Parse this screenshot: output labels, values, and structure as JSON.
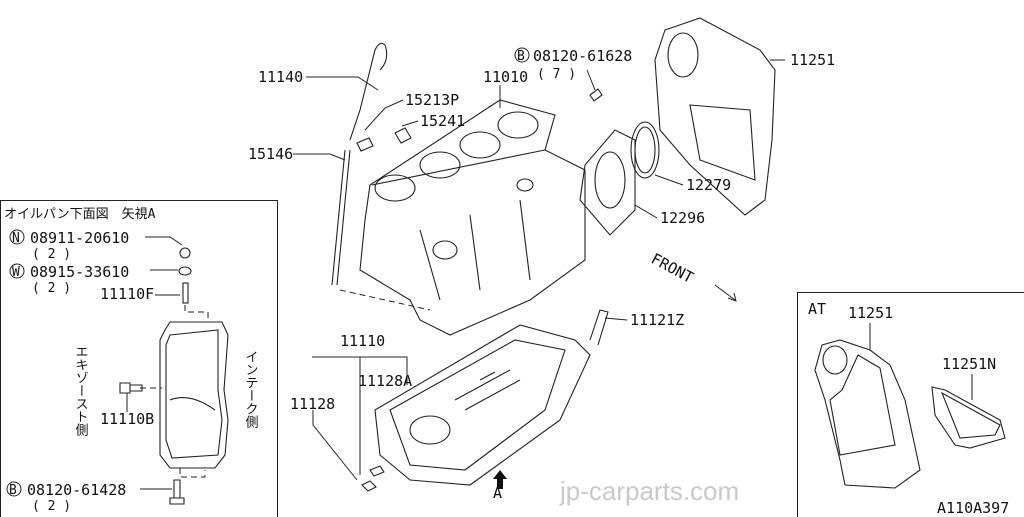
{
  "title_jp": "オイルパン下面図　矢視A",
  "watermark": "jp-carparts.com",
  "diagram_code": "A110A397",
  "front_label": "FRONT",
  "view_arrow_label": "A",
  "main_parts": {
    "p11140": "11140",
    "p15213P": "15213P",
    "p15241": "15241",
    "p11010": "11010",
    "p15146": "15146",
    "bolt_top": {
      "marker": "B",
      "number": "08120-61628",
      "qty": "( 7 )"
    },
    "p11251": "11251",
    "p12279": "12279",
    "p12296": "12296",
    "p11121Z": "11121Z",
    "p11110": "11110",
    "p11128A": "11128A",
    "p11128": "11128"
  },
  "left_box": {
    "nut": {
      "marker": "N",
      "number": "08911-20610",
      "qty": "( 2 )"
    },
    "washer": {
      "marker": "W",
      "number": "08915-33610",
      "qty": "( 2 )"
    },
    "stud": "11110F",
    "bolt_side": "11110B",
    "bolt_bottom": {
      "marker": "B",
      "number": "08120-61428",
      "qty": "( 2 )"
    },
    "exhaust_side": "エキゾースト側",
    "intake_side": "インテーク側"
  },
  "right_box": {
    "label": "AT",
    "plate": "11251",
    "cover": "11251N"
  }
}
